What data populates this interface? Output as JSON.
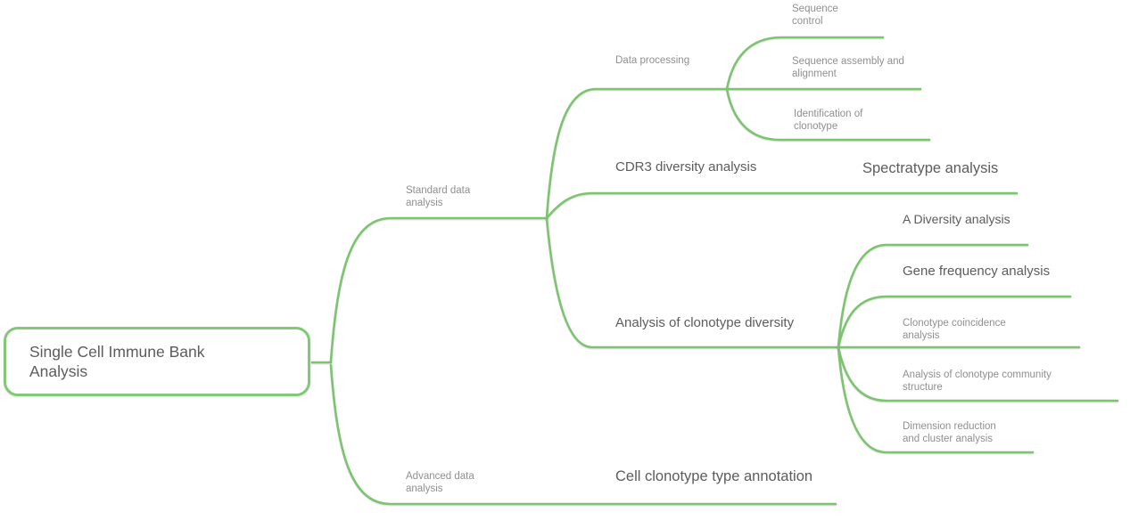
{
  "mindmap": {
    "root": {
      "label": "Single Cell Immune Bank\nAnalysis"
    },
    "branches": [
      {
        "label": "Standard data\nanalysis",
        "children": [
          {
            "label": "Data processing",
            "children": [
              {
                "label": "Sequence\ncontrol"
              },
              {
                "label": "Sequence assembly and\nalignment"
              },
              {
                "label": "Identification of\nclonotype"
              }
            ]
          },
          {
            "label": "CDR3 diversity analysis",
            "children": [
              {
                "label": "Spectratype analysis"
              }
            ]
          },
          {
            "label": "Analysis of clonotype diversity",
            "children": [
              {
                "label": "A Diversity analysis"
              },
              {
                "label": "Gene frequency analysis"
              },
              {
                "label": "Clonotype coincidence\nanalysis"
              },
              {
                "label": "Analysis of clonotype community\nstructure"
              },
              {
                "label": "Dimension reduction\nand cluster analysis"
              }
            ]
          }
        ]
      },
      {
        "label": "Advanced data\nanalysis",
        "children": [
          {
            "label": "Cell clonotype type annotation"
          }
        ]
      }
    ]
  },
  "colors": {
    "line": "#7cc46f",
    "root_border": "#82c878",
    "text_primary": "#5c5c5c",
    "text_secondary": "#8f8f8f"
  }
}
